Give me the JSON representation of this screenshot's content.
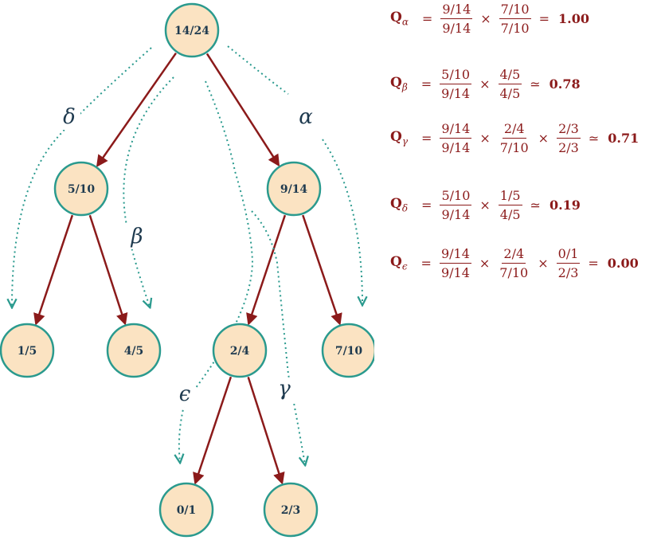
{
  "nodes": [
    {
      "id": "n1",
      "label": "14/24"
    },
    {
      "id": "n2",
      "label": "5/10"
    },
    {
      "id": "n3",
      "label": "9/14"
    },
    {
      "id": "n4",
      "label": "1/5"
    },
    {
      "id": "n5",
      "label": "4/5"
    },
    {
      "id": "n6",
      "label": "2/4"
    },
    {
      "id": "n7",
      "label": "7/10"
    },
    {
      "id": "n8",
      "label": "0/1"
    },
    {
      "id": "n9",
      "label": "2/3"
    }
  ],
  "edges": [
    [
      "n1",
      "n2"
    ],
    [
      "n1",
      "n3"
    ],
    [
      "n2",
      "n4"
    ],
    [
      "n2",
      "n5"
    ],
    [
      "n3",
      "n6"
    ],
    [
      "n3",
      "n7"
    ],
    [
      "n6",
      "n8"
    ],
    [
      "n6",
      "n9"
    ]
  ],
  "paths": [
    {
      "id": "delta",
      "symbol": "δ"
    },
    {
      "id": "beta",
      "symbol": "β"
    },
    {
      "id": "alpha",
      "symbol": "α"
    },
    {
      "id": "epsilon",
      "symbol": "ϵ"
    },
    {
      "id": "gamma",
      "symbol": "γ"
    }
  ],
  "formulas": [
    {
      "q": "Q",
      "sub": "α",
      "fracs": [
        [
          "9/14",
          "9/14"
        ],
        [
          "7/10",
          "7/10"
        ]
      ],
      "rel": "=",
      "result": "1.00"
    },
    {
      "q": "Q",
      "sub": "β",
      "fracs": [
        [
          "5/10",
          "9/14"
        ],
        [
          "4/5",
          "4/5"
        ]
      ],
      "rel": "≃",
      "result": "0.78"
    },
    {
      "q": "Q",
      "sub": "γ",
      "fracs": [
        [
          "9/14",
          "9/14"
        ],
        [
          "2/4",
          "7/10"
        ],
        [
          "2/3",
          "2/3"
        ]
      ],
      "rel": "≃",
      "result": "0.71"
    },
    {
      "q": "Q",
      "sub": "δ",
      "fracs": [
        [
          "5/10",
          "9/14"
        ],
        [
          "1/5",
          "4/5"
        ]
      ],
      "rel": "≃",
      "result": "0.19"
    },
    {
      "q": "Q",
      "sub": "ϵ",
      "fracs": [
        [
          "9/14",
          "9/14"
        ],
        [
          "2/4",
          "7/10"
        ],
        [
          "0/1",
          "2/3"
        ]
      ],
      "rel": "=",
      "result": "0.00"
    }
  ],
  "symbols": {
    "eq": "=",
    "times": "×"
  }
}
